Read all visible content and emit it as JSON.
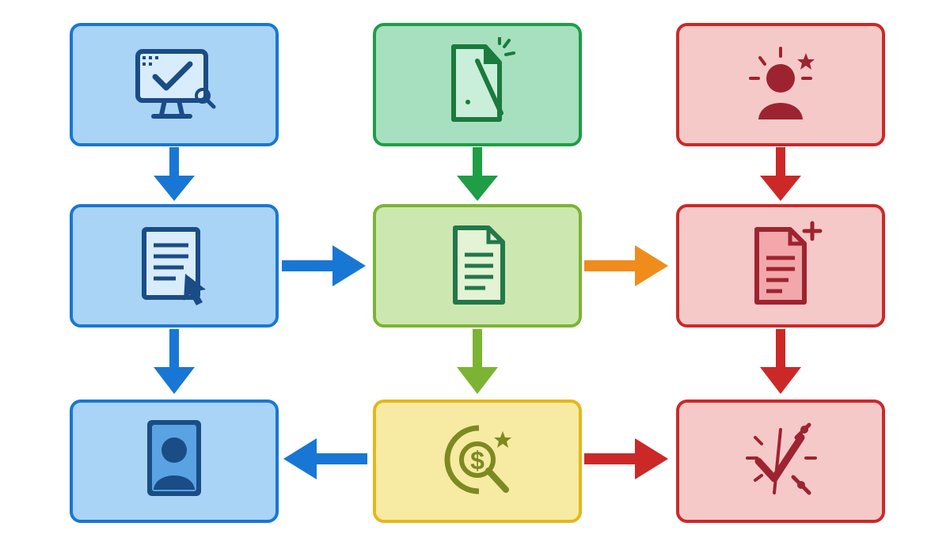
{
  "columns": [
    {
      "heading": "",
      "color": "blue"
    },
    {
      "heading": "",
      "color": "green"
    },
    {
      "heading": "",
      "color": "red"
    }
  ],
  "colors": {
    "blue_fill": "#a9d4f6",
    "blue_stroke": "#1877d4",
    "blue_icon": "#1a4c86",
    "green_fill": "#a6e0bf",
    "green_stroke": "#1e9e45",
    "green_icon": "#1b7a3e",
    "lightgreen_fill": "#cce8b0",
    "lightgreen_stroke": "#7bb433",
    "lightgreen_icon": "#22784a",
    "yellow_fill": "#f7eaa2",
    "yellow_stroke": "#e3b81a",
    "yellow_icon": "#7c8a21",
    "red_fill": "#f6c9c9",
    "red_stroke": "#cc2828",
    "red_icon": "#9e2330",
    "orange_arrow": "#ef8c1c"
  },
  "boxes": [
    {
      "id": "b11",
      "icon": "monitor-check-icon"
    },
    {
      "id": "b21",
      "icon": "document-cursor-icon"
    },
    {
      "id": "b31",
      "icon": "user-portrait-icon"
    },
    {
      "id": "b12",
      "icon": "document-sparkle-icon"
    },
    {
      "id": "b22",
      "icon": "document-lines-icon"
    },
    {
      "id": "b32",
      "icon": "dollar-search-icon"
    },
    {
      "id": "b13",
      "icon": "person-highlight-icon"
    },
    {
      "id": "b23",
      "icon": "document-plus-icon"
    },
    {
      "id": "b33",
      "icon": "broken-check-icon"
    }
  ]
}
